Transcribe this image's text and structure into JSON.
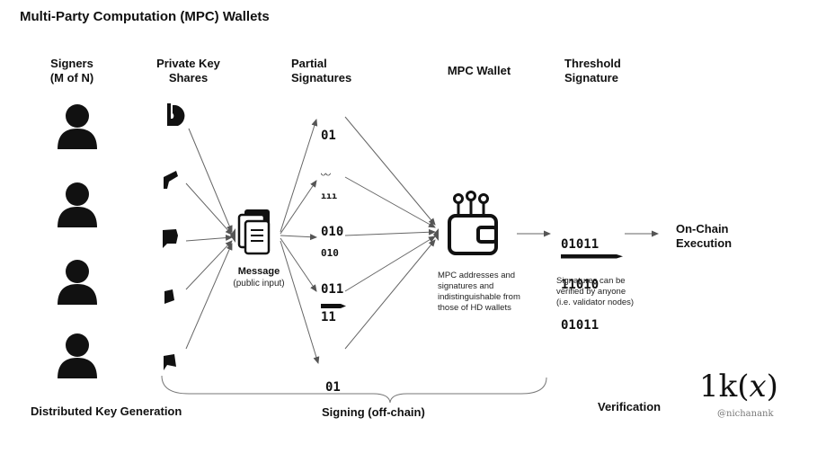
{
  "title": "Multi-Party Computation (MPC) Wallets",
  "headers": {
    "signers": [
      "Signers",
      "(M of N)"
    ],
    "key_shares": [
      "Private Key",
      "Shares"
    ],
    "partial_signatures": [
      "Partial",
      "Signatures"
    ],
    "mpc_wallet": "MPC Wallet",
    "threshold_signature": [
      "Threshold",
      "Signature"
    ]
  },
  "message": {
    "label": "Message",
    "sublabel": "(public input)"
  },
  "wallet_note": [
    "MPC addresses and",
    "signatures and",
    "indistinguishable from",
    "those of HD wallets"
  ],
  "threshold_binary": [
    "01011",
    "11010",
    "01011"
  ],
  "verify_note": [
    "Signatures can be",
    "verified by anyone",
    "(i.e. validator nodes)"
  ],
  "onchain": [
    "On-Chain",
    "Execution"
  ],
  "partial_fragments": [
    [
      "01",
      "◡◡"
    ],
    [
      "ııı",
      "010"
    ],
    [
      "010",
      "011"
    ],
    [
      "11",
      ""
    ],
    [
      "01",
      ""
    ]
  ],
  "phases": {
    "dkg": "Distributed Key Generation",
    "signing": "Signing (off-chain)",
    "verification": "Verification"
  },
  "brand": {
    "logo": "1k(𝑥)",
    "handle": "@nichanank"
  },
  "icons": {
    "signer": "person-icon",
    "share": "key-share-fragment-icon",
    "message": "document-stack-icon",
    "wallet": "wallet-circuit-icon",
    "pen": "pen-icon"
  },
  "colors": {
    "icon": "#111111",
    "arrow": "#666666",
    "text": "#111111"
  }
}
